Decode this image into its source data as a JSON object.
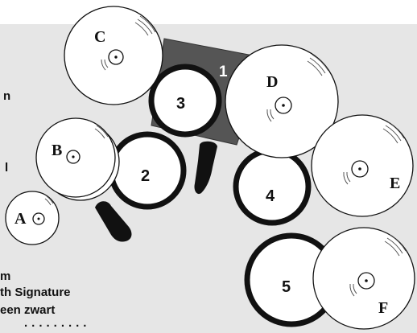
{
  "riser": {
    "label": "1"
  },
  "drums": [
    {
      "id": "drum-2",
      "label": "2"
    },
    {
      "id": "drum-3",
      "label": "3"
    },
    {
      "id": "drum-4",
      "label": "4"
    },
    {
      "id": "drum-5",
      "label": "5"
    }
  ],
  "cymbals": [
    {
      "id": "cymbal-a",
      "label": "A"
    },
    {
      "id": "cymbal-b",
      "label": "B"
    },
    {
      "id": "cymbal-c",
      "label": "C"
    },
    {
      "id": "cymbal-d",
      "label": "D"
    },
    {
      "id": "cymbal-e",
      "label": "E"
    },
    {
      "id": "cymbal-f",
      "label": "F"
    }
  ],
  "caption_fragments": {
    "line1": "n",
    "line2": "l",
    "line3": "m",
    "line4": "th Signature",
    "line5": "een zwart"
  },
  "colors": {
    "background_panel": "#e6e6e6",
    "riser": "#555555",
    "ink": "#111111"
  }
}
